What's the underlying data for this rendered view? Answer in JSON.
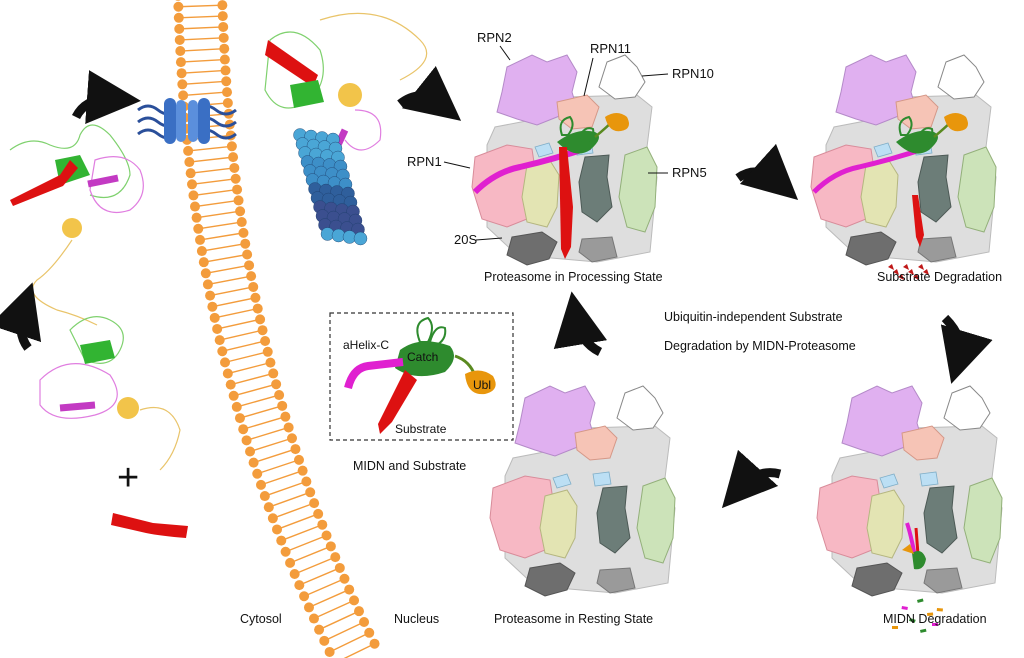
{
  "labels": {
    "rpn2": "RPN2",
    "rpn11": "RPN11",
    "rpn10": "RPN10",
    "rpn1": "RPN1",
    "rpn5": "RPN5",
    "s20": "20S",
    "processing_state": "Proteasome in Processing State",
    "substrate_degradation": "Substrate Degradation",
    "center_line1": "Ubiquitin-independent Substrate",
    "center_line2": "Degradation by MIDN-Proteasome",
    "midn_degradation": "MIDN Degradation",
    "resting_state": "Proteasome in Resting State",
    "cytosol": "Cytosol",
    "nucleus": "Nucleus",
    "inset_title": "MIDN and Substrate",
    "inset_ahelix": "aHelix-C",
    "inset_catch": "Catch",
    "inset_ubl": "Ubl",
    "inset_substrate": "Substrate",
    "plus": "+"
  },
  "colors": {
    "rpn2": "#e0b0f0",
    "rpn11": "#f6c4b6",
    "rpn10": "#ffffff",
    "rpn1": "#f7b8c4",
    "rpn5": "#cce3b9",
    "core_gray": "#dedede",
    "dark_gray": "#6e6e6e",
    "mid_gray": "#9a9a9a",
    "slate": "#6c7d78",
    "khaki": "#e3e4b3",
    "light_blue": "#bcdff4",
    "midn_green": "#2e8b2e",
    "substrate_red": "#dd1111",
    "ahelix_magenta": "#e020d0",
    "ubl_orange": "#e8960c",
    "membrane_orange": "#f39c3c",
    "pore_blue": "#3a6fc4",
    "proteasome_20s_blue": "#4aa6d6"
  },
  "icons": [
    "curved-arrow-icon",
    "nuclear-pore-icon",
    "lipid-bilayer-icon"
  ]
}
